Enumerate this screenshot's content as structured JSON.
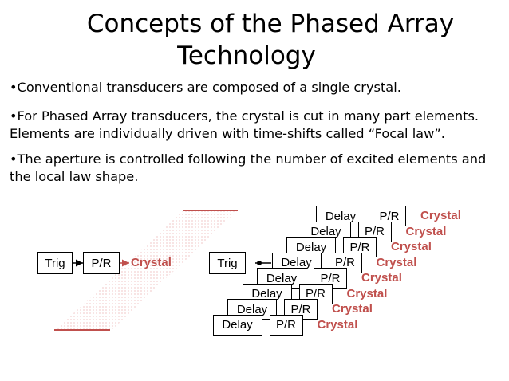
{
  "slide": {
    "title_line1": "Concepts of the Phased Array",
    "title_line2": "Technology",
    "bullets": [
      "•Conventional transducers are composed of a single crystal.",
      "•For Phased Array transducers, the crystal is cut in many part elements. Elements are individually driven with time-shifts called “Focal law”.",
      "•The aperture is controlled following the number of excited elements and the local law shape."
    ]
  },
  "diagram_left": {
    "trig": "Trig",
    "pr": "P/R",
    "crystal": "Crystal"
  },
  "diagram_right": {
    "trig": "Trig",
    "delay": "Delay",
    "pr": "P/R",
    "crystal": "Crystal"
  },
  "colors": {
    "crystal_red": "#c0504d",
    "pattern_pink": "#f4b6b6"
  }
}
